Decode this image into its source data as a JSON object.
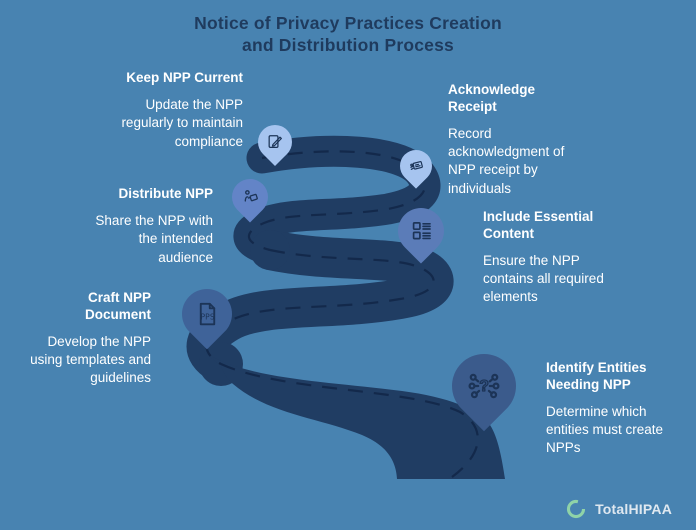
{
  "title": {
    "text": "Notice of Privacy Practices Creation\nand Distribution Process"
  },
  "steps": [
    {
      "name": "keep-npp-current",
      "heading": "Keep NPP Current",
      "body": "Update the NPP\nregularly to maintain\ncompliance",
      "icon": "note-edit-icon",
      "pin_color": "#a6c4ef"
    },
    {
      "name": "acknowledge-receipt",
      "heading": "Acknowledge\nReceipt",
      "body": "Record\nacknowledgment of\nNPP receipt by\nindividuals",
      "icon": "receipt-hand-icon",
      "pin_color": "#a6c4ef"
    },
    {
      "name": "distribute-npp",
      "heading": "Distribute NPP",
      "body": "Share the NPP with\nthe intended\naudience",
      "icon": "person-share-icon",
      "pin_color": "#6384c7"
    },
    {
      "name": "include-essential-content",
      "heading": "Include Essential\nContent",
      "body": "Ensure the NPP\ncontains all required\nelements",
      "icon": "content-list-icon",
      "pin_color": "#5b7cb8"
    },
    {
      "name": "craft-npp-document",
      "heading": "Craft NPP\nDocument",
      "body": "Develop the NPP\nusing templates and\nguidelines",
      "icon": "pps-file-icon",
      "icon_label": "PPS",
      "pin_color": "#3f6399"
    },
    {
      "name": "identify-entities-needing-npp",
      "heading": "Identify Entities\nNeeding NPP",
      "body": "Determine which\nentities must create\nNPPs",
      "icon": "entities-question-icon",
      "icon_glyph": "?",
      "pin_color": "#3b5b8c"
    }
  ],
  "logo": {
    "text": "TotalHIPAA",
    "icon": "ring-icon",
    "ring_color": "#8fd3a8"
  },
  "colors": {
    "background": "#4883b1",
    "road": "#203d63",
    "road_dash": "#13294b",
    "title_text": "#1f3b5e",
    "step_text": "#ffffff",
    "icon_stroke": "#1c3457",
    "logo_text": "#dfe8f0"
  }
}
